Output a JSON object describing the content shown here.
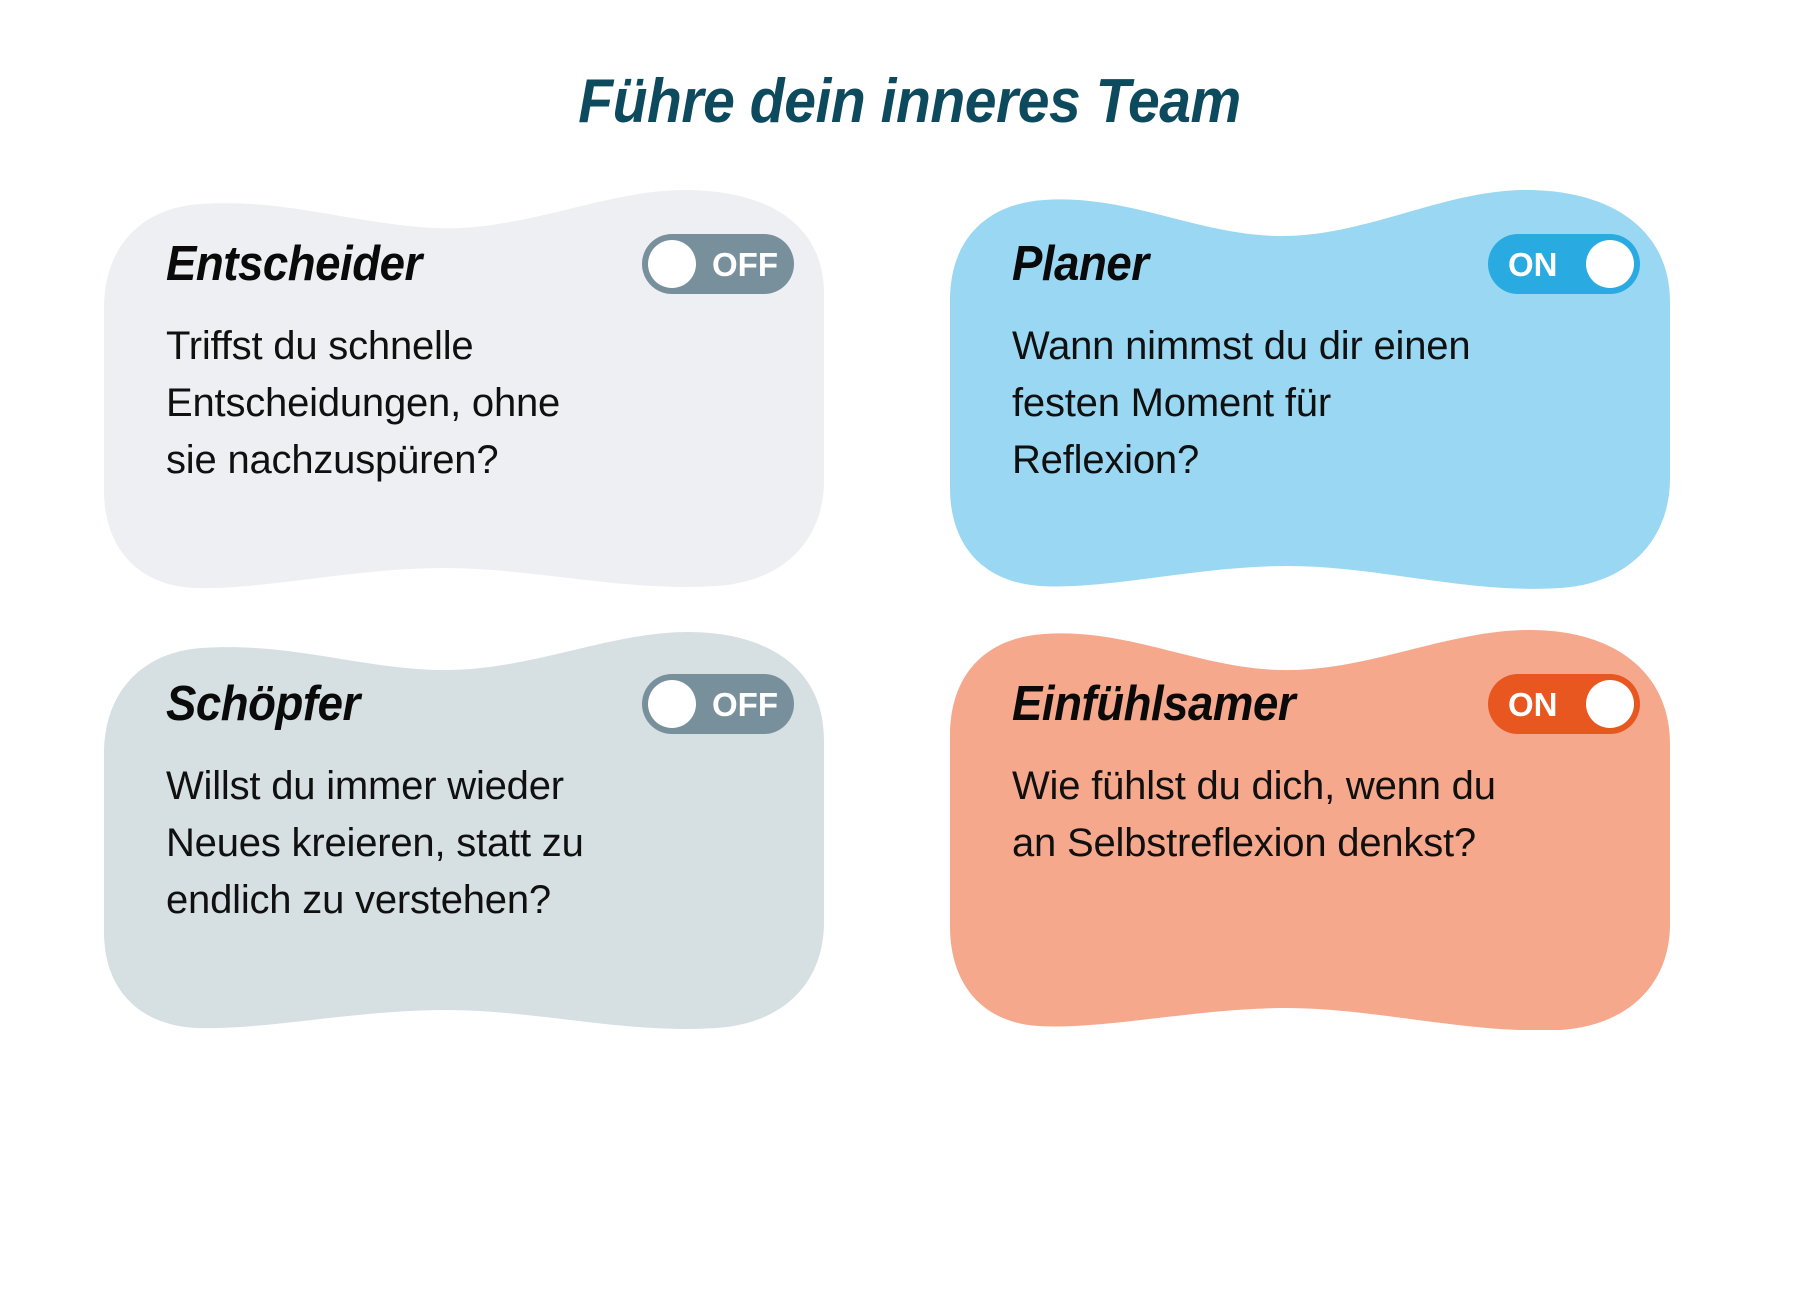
{
  "header": {
    "title": "Führe dein inneres Team"
  },
  "theme": {
    "title_color": "#0d4a5e",
    "page_background": "#ffffff",
    "toggle_off_track": "#78909c",
    "toggle_on_blue": "#29abe2",
    "toggle_on_orange": "#e8571f",
    "knob_color": "#ffffff",
    "body_text_color": "#101010"
  },
  "cards": [
    {
      "id": "entscheider",
      "title": "Entscheider",
      "background": "#edeff3",
      "toggle": {
        "state": "OFF",
        "on": false,
        "track_color": "#78909c",
        "knob_color": "#ffffff",
        "label": "OFF"
      },
      "question": "Triffst du schnelle\nEntscheidungen, ohne\nsie nachzuspüren?"
    },
    {
      "id": "planer",
      "title": "Planer",
      "background": "#9ad7f2",
      "toggle": {
        "state": "ON",
        "on": true,
        "track_color": "#29abe2",
        "knob_color": "#ffffff",
        "label": "ON"
      },
      "question": "Wann nimmst du dir einen\nfesten Moment für\nReflexion?"
    },
    {
      "id": "schoepfer",
      "title": "Schöpfer",
      "background": "#d6dfe2",
      "toggle": {
        "state": "OFF",
        "on": false,
        "track_color": "#78909c",
        "knob_color": "#ffffff",
        "label": "OFF"
      },
      "question": "Willst du immer wieder\nNeues kreieren, statt zu\nendlich zu verstehen?"
    },
    {
      "id": "einfuehlsamer",
      "title": "Einfühlsamer",
      "background": "#f5a88c",
      "toggle": {
        "state": "ON",
        "on": true,
        "track_color": "#e8571f",
        "knob_color": "#ffffff",
        "label": "ON"
      },
      "question": "Wie fühlst du dich, wenn du\nan Selbstreflexion denkst?"
    }
  ]
}
